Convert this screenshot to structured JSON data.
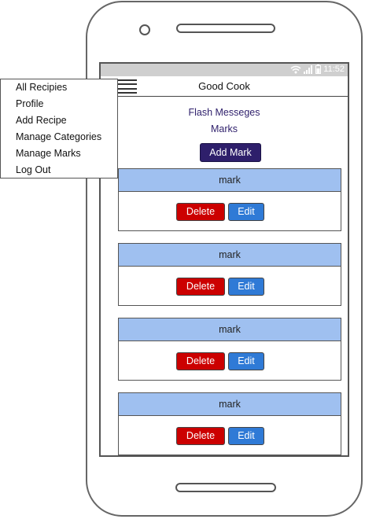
{
  "statusbar": {
    "time": "11:52",
    "icons": [
      "wifi-icon",
      "signal-icon",
      "battery-icon"
    ]
  },
  "appbar": {
    "title": "Good Cook",
    "menu_icon": "hamburger-icon"
  },
  "main": {
    "flash": "Flash Messeges",
    "title": "Marks",
    "add_button": "Add Mark",
    "cards": [
      {
        "name": "mark",
        "delete": "Delete",
        "edit": "Edit"
      },
      {
        "name": "mark",
        "delete": "Delete",
        "edit": "Edit"
      },
      {
        "name": "mark",
        "delete": "Delete",
        "edit": "Edit"
      },
      {
        "name": "mark",
        "delete": "Delete",
        "edit": "Edit"
      }
    ]
  },
  "menu": {
    "items": [
      "All Recipies",
      "Profile",
      "Add Recipe",
      "Manage Categories",
      "Manage Marks",
      "Log Out"
    ]
  },
  "colors": {
    "primary": "#2e1f6b",
    "header": "#9fc0f0",
    "delete": "#cc0000",
    "edit": "#2f7ad6"
  }
}
